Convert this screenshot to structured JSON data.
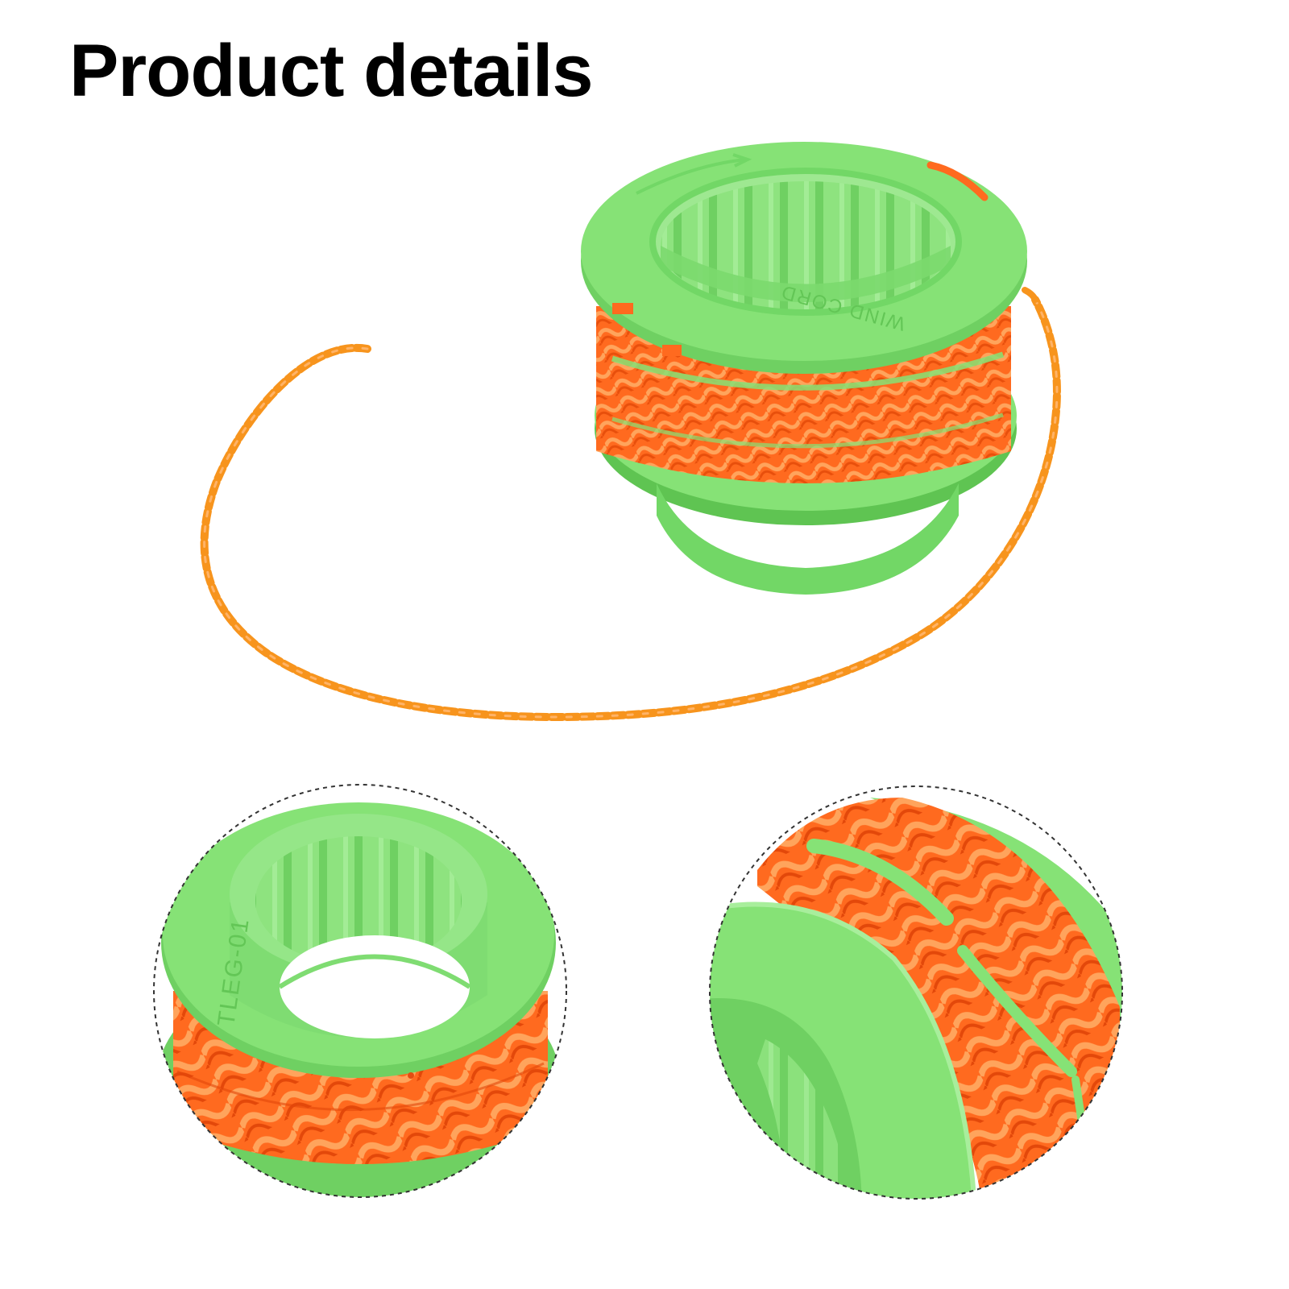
{
  "page": {
    "title": "Product details"
  },
  "main_photo": {
    "engraving": "WIND CORD"
  },
  "detail_left": {
    "engraving": "TLEG-01"
  },
  "detail_right": {},
  "colors": {
    "background": "#ffffff",
    "title_text": "#000000",
    "spool_green": "#86e276",
    "spool_green_dark": "#5fc452",
    "spool_green_light": "#a8ee9c",
    "trimmer_line_orange": "#ff6a1f",
    "trimmer_line_light": "#ffa45c",
    "loose_line_orange": "#f7941d",
    "dashed_circle": "#333333"
  }
}
